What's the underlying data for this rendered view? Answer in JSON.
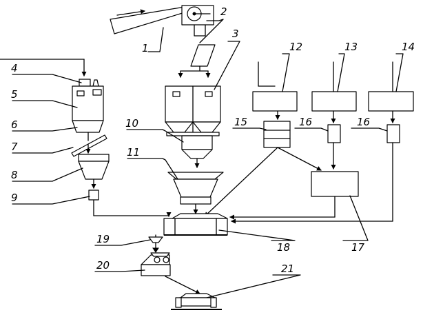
{
  "labels": [
    "1",
    "2",
    "3",
    "4",
    "5",
    "6",
    "7",
    "8",
    "9",
    "10",
    "11",
    "12",
    "13",
    "14",
    "15",
    "16",
    "16",
    "17",
    "18",
    "19",
    "20",
    "21"
  ],
  "colors": {
    "ink": "#000000",
    "background": "#ffffff",
    "shade": "#c8c8c8"
  }
}
